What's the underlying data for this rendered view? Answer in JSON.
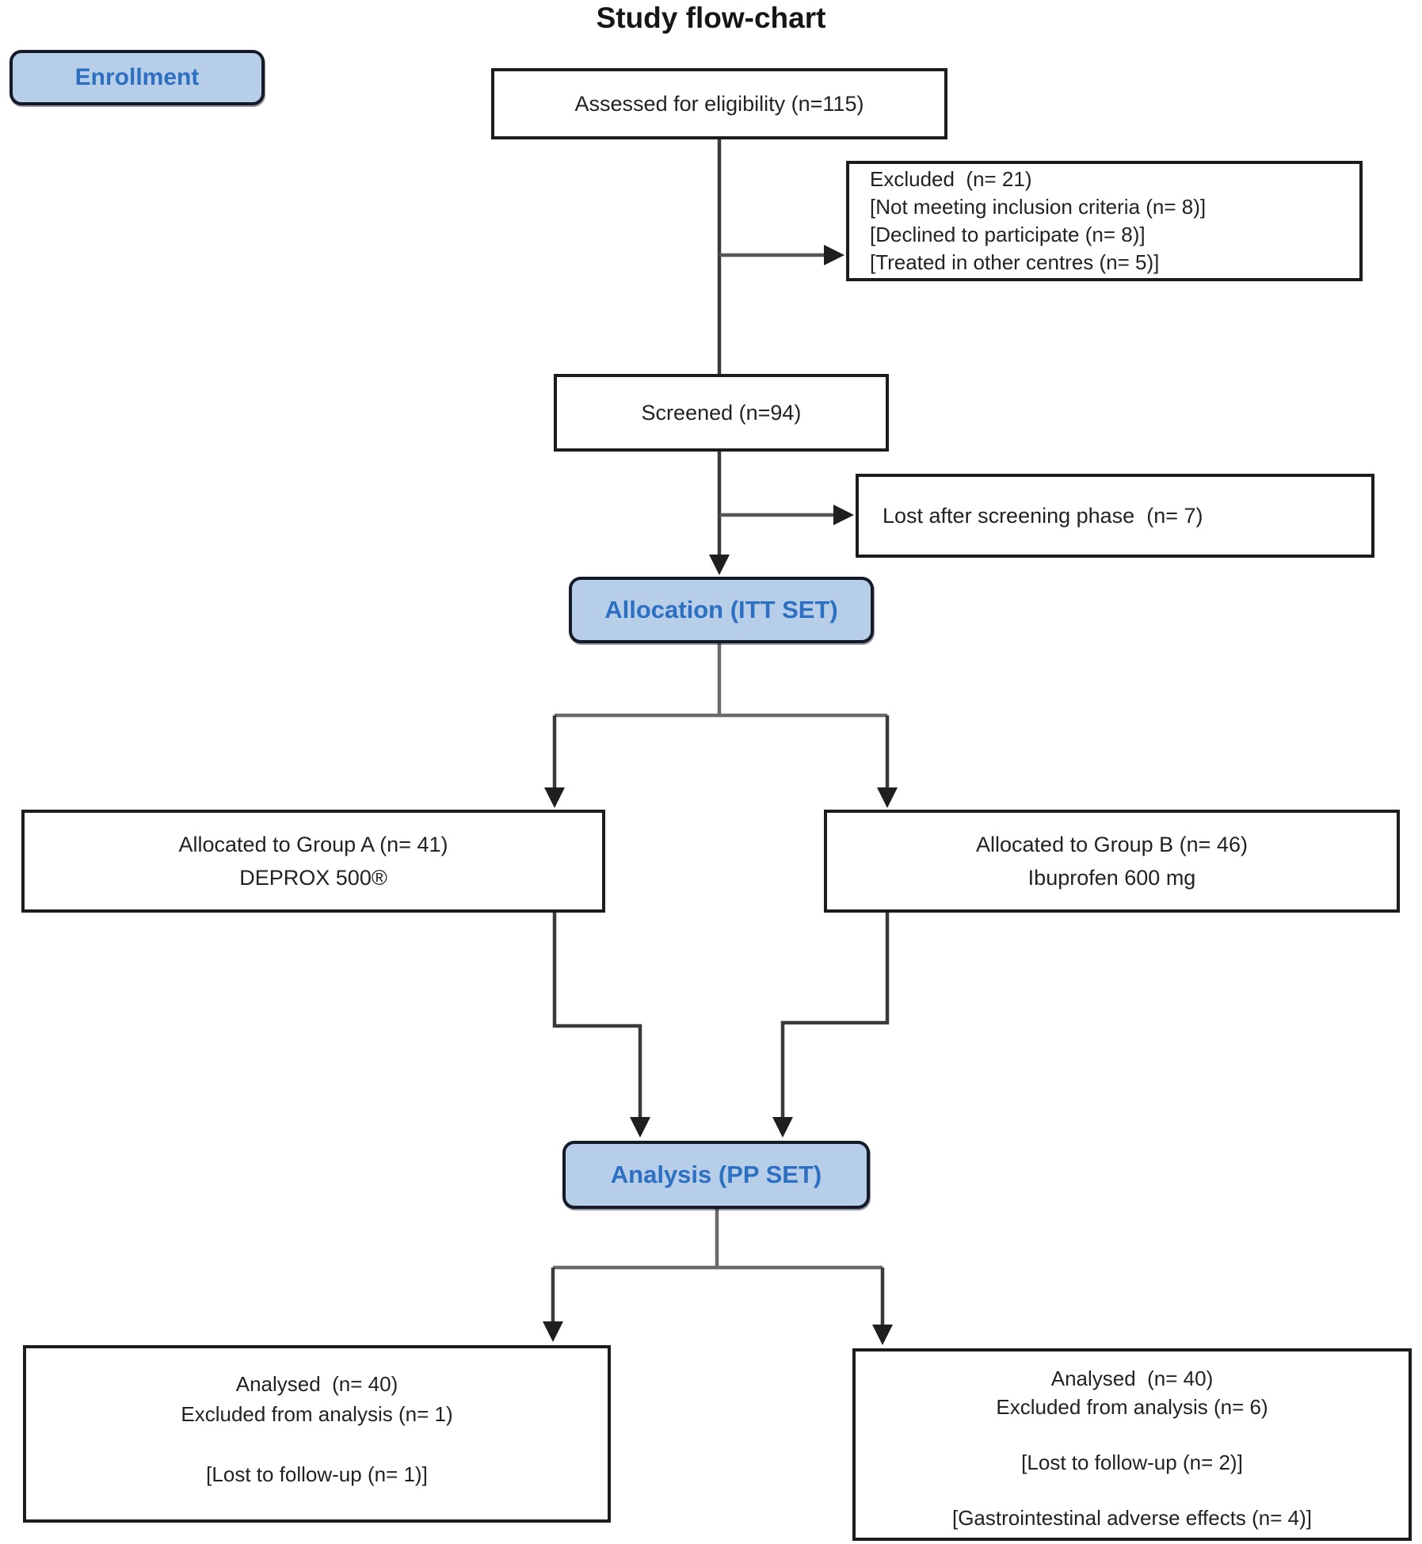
{
  "title": "Study flow-chart",
  "colors": {
    "stage_fill": "#b7cee9",
    "stage_border": "#141a28",
    "stage_text": "#2d6fc1",
    "box_border": "#1c1c1c",
    "body_text": "#222222",
    "connector": "#3a3a3a",
    "arrowhead": "#1f1f1f"
  },
  "stages": {
    "enrollment": "Enrollment",
    "allocation": "Allocation (ITT SET)",
    "analysis": "Analysis (PP SET)"
  },
  "boxes": {
    "assessed": {
      "lines": [
        "Assessed for eligibility (n=115)"
      ]
    },
    "excluded": {
      "lines": [
        "Excluded  (n= 21)",
        "[Not meeting inclusion criteria (n= 8)]",
        "[Declined to participate (n= 8)]",
        "[Treated in other centres (n= 5)]"
      ]
    },
    "screened": {
      "lines": [
        "Screened (n=94)"
      ]
    },
    "lost_after_screening": {
      "lines": [
        "Lost after screening phase  (n= 7)"
      ]
    },
    "group_a": {
      "lines": [
        "Allocated to Group A (n= 41)",
        "DEPROX 500®"
      ]
    },
    "group_b": {
      "lines": [
        "Allocated to Group B (n= 46)",
        "Ibuprofen 600 mg"
      ]
    },
    "analysed_a": {
      "lines": [
        "Analysed  (n= 40)",
        "Excluded from analysis (n= 1)",
        "[Lost to follow-up (n= 1)]"
      ]
    },
    "analysed_b": {
      "lines": [
        "Analysed  (n= 40)",
        "Excluded from analysis (n= 6)",
        "[Lost to follow-up (n= 2)]",
        "[Gastrointestinal adverse effects (n= 4)]"
      ]
    }
  }
}
